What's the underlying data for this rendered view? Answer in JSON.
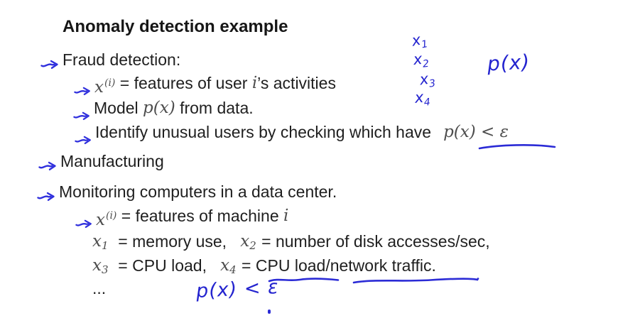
{
  "colors": {
    "ink_blue": "#2b2bd6",
    "body_text": "#1f1f1f",
    "math_gray": "#4d4d4d",
    "background": "#ffffff"
  },
  "title": "Anomaly detection example",
  "bullets": {
    "fraud": "Fraud detection:",
    "fraud_x": {
      "x": "x",
      "sup": "(i)",
      "mid": " = features of user ",
      "i": "i",
      "tail": "’s activities"
    },
    "model": {
      "pre": "Model ",
      "math": "p(x)",
      "post": " from data."
    },
    "identify": {
      "pre": "Identify unusual users by checking which have",
      "math": "p(x) < ε"
    },
    "manufacturing": "Manufacturing",
    "monitoring": "Monitoring computers in a data center.",
    "machine_x": {
      "x": "x",
      "sup": "(i)",
      "mid": " = features of machine ",
      "i": "i"
    },
    "features1": {
      "x1": "x",
      "x1sub": "1",
      "mid": "  = memory use,   ",
      "x2": "x",
      "x2sub": "2",
      "tail": " = number of disk accesses/sec,"
    },
    "features2": {
      "x3": "x",
      "x3sub": "3",
      "mid": "  = CPU load,   ",
      "x4": "x",
      "x4sub": "4",
      "tail": " = CPU load/network traffic."
    },
    "ellipsis": "..."
  },
  "handwriting": {
    "x_labels": [
      {
        "base": "x",
        "sub": "1"
      },
      {
        "base": "x",
        "sub": "2"
      },
      {
        "base": "x",
        "sub": "3"
      },
      {
        "base": "x",
        "sub": "4"
      }
    ],
    "px_top": "p(x)",
    "px_bottom": "p(x) < ε"
  }
}
